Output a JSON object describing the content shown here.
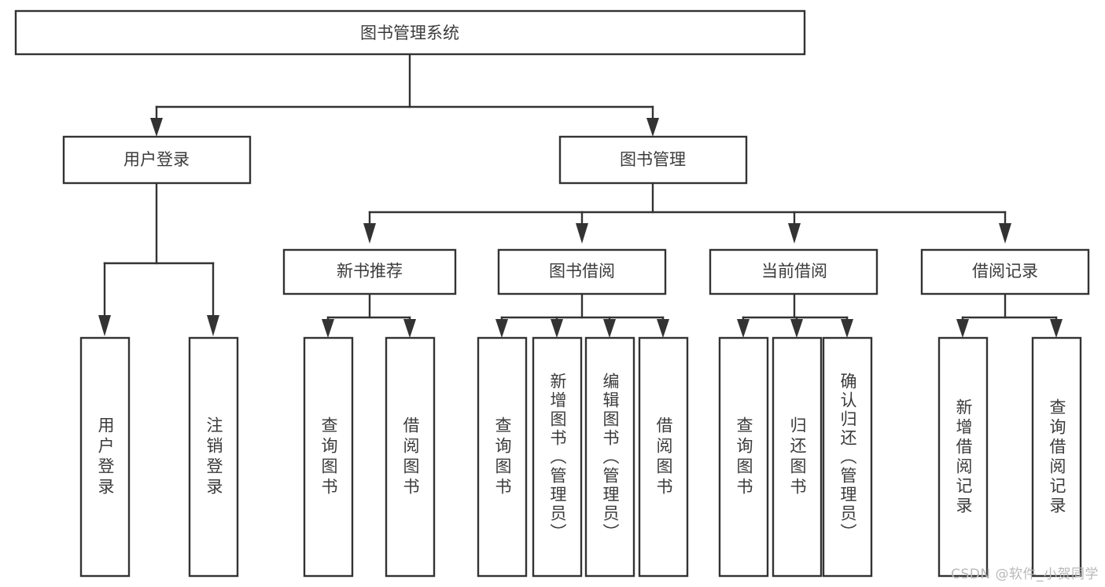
{
  "diagram": {
    "title": "图书管理系统",
    "type": "hierarchy-tree",
    "root": {
      "id": "root",
      "label": "图书管理系统"
    },
    "level1": [
      {
        "id": "user-login",
        "label": "用户登录"
      },
      {
        "id": "book-manage",
        "label": "图书管理"
      }
    ],
    "level2": [
      {
        "id": "new-book-recommend",
        "label": "新书推荐",
        "parent": "book-manage"
      },
      {
        "id": "book-borrow",
        "label": "图书借阅",
        "parent": "book-manage"
      },
      {
        "id": "current-borrow",
        "label": "当前借阅",
        "parent": "book-manage"
      },
      {
        "id": "borrow-record",
        "label": "借阅记录",
        "parent": "book-manage"
      }
    ],
    "leaves": [
      {
        "id": "leaf-user-login",
        "label": "用户登录",
        "parent": "user-login"
      },
      {
        "id": "leaf-user-logout",
        "label": "注销登录",
        "parent": "user-login"
      },
      {
        "id": "leaf-query-book-1",
        "label": "查询图书",
        "parent": "new-book-recommend"
      },
      {
        "id": "leaf-borrow-book-1",
        "label": "借阅图书",
        "parent": "new-book-recommend"
      },
      {
        "id": "leaf-query-book-2",
        "label": "查询图书",
        "parent": "book-borrow"
      },
      {
        "id": "leaf-add-book",
        "label": "新增图书（管理员）",
        "parent": "book-borrow"
      },
      {
        "id": "leaf-edit-book",
        "label": "编辑图书（管理员）",
        "parent": "book-borrow"
      },
      {
        "id": "leaf-borrow-book-2",
        "label": "借阅图书",
        "parent": "book-borrow"
      },
      {
        "id": "leaf-query-book-3",
        "label": "查询图书",
        "parent": "current-borrow"
      },
      {
        "id": "leaf-return-book",
        "label": "归还图书",
        "parent": "current-borrow"
      },
      {
        "id": "leaf-confirm-return",
        "label": "确认归还（管理员）",
        "parent": "current-borrow"
      },
      {
        "id": "leaf-add-record",
        "label": "新增借阅记录",
        "parent": "borrow-record"
      },
      {
        "id": "leaf-query-record",
        "label": "查询借阅记录",
        "parent": "borrow-record"
      }
    ],
    "colors": {
      "stroke": "#333333",
      "fill": "#ffffff",
      "text": "#3b3b3b",
      "watermark": "#b8b8b8",
      "background": "#ffffff"
    }
  },
  "watermark": {
    "text": "CSDN @软件_小贺同学"
  }
}
